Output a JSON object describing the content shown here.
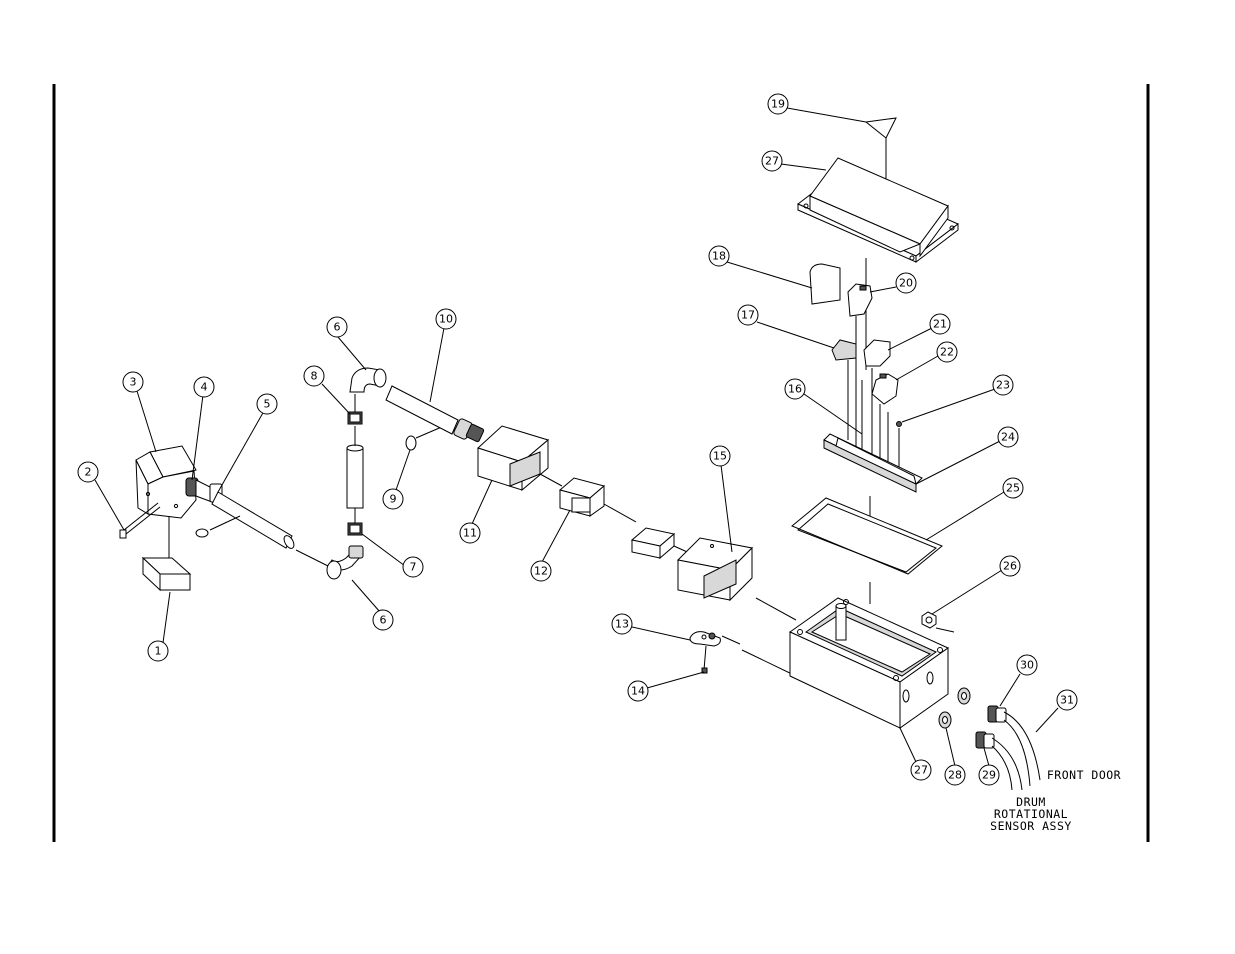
{
  "balloons": [
    {
      "id": "b1",
      "label": "1"
    },
    {
      "id": "b2",
      "label": "2"
    },
    {
      "id": "b3",
      "label": "3"
    },
    {
      "id": "b4",
      "label": "4"
    },
    {
      "id": "b5",
      "label": "5"
    },
    {
      "id": "b6a",
      "label": "6"
    },
    {
      "id": "b6b",
      "label": "6"
    },
    {
      "id": "b7",
      "label": "7"
    },
    {
      "id": "b8",
      "label": "8"
    },
    {
      "id": "b9",
      "label": "9"
    },
    {
      "id": "b10",
      "label": "10"
    },
    {
      "id": "b11",
      "label": "11"
    },
    {
      "id": "b12",
      "label": "12"
    },
    {
      "id": "b13",
      "label": "13"
    },
    {
      "id": "b14",
      "label": "14"
    },
    {
      "id": "b15",
      "label": "15"
    },
    {
      "id": "b16",
      "label": "16"
    },
    {
      "id": "b17",
      "label": "17"
    },
    {
      "id": "b18",
      "label": "18"
    },
    {
      "id": "b19",
      "label": "19"
    },
    {
      "id": "b20",
      "label": "20"
    },
    {
      "id": "b21",
      "label": "21"
    },
    {
      "id": "b22",
      "label": "22"
    },
    {
      "id": "b23",
      "label": "23"
    },
    {
      "id": "b24",
      "label": "24"
    },
    {
      "id": "b25",
      "label": "25"
    },
    {
      "id": "b26",
      "label": "26"
    },
    {
      "id": "b27a",
      "label": "27"
    },
    {
      "id": "b27b",
      "label": "27"
    },
    {
      "id": "b28",
      "label": "28"
    },
    {
      "id": "b29",
      "label": "29"
    },
    {
      "id": "b30",
      "label": "30"
    },
    {
      "id": "b31",
      "label": "31"
    }
  ],
  "notes": {
    "front_door": "FRONT DOOR",
    "drum_line1": "DRUM",
    "drum_line2": "ROTATIONAL",
    "drum_line3": "SENSOR ASSY"
  }
}
